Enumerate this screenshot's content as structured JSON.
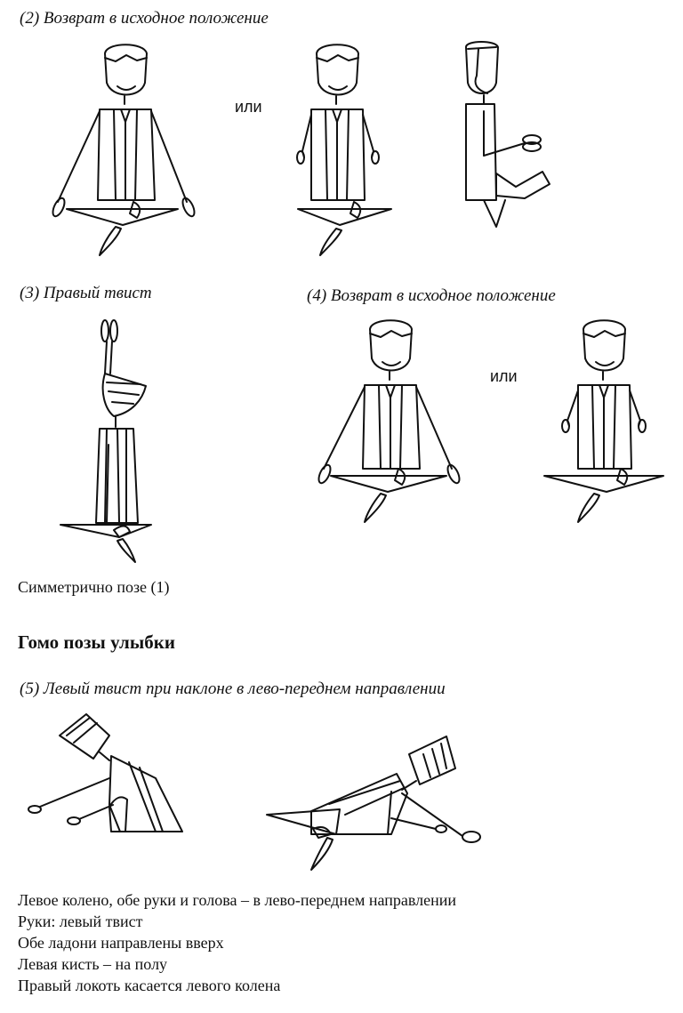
{
  "captions": {
    "c2": "(2) Возврат в исходное положение",
    "c3": "(3) Правый твист",
    "c4": "(4) Возврат в исходное положение",
    "c5": "(5) Левый твист при наклоне в лево-переднем направлении"
  },
  "or_word": "или",
  "symmetry_note": "Симметрично позе (1)",
  "section_heading": "Гомо позы улыбки",
  "description": [
    "Левое колено, обе руки и голова – в лево-переднем направлении",
    "Руки: левый твист",
    "Обе ладони направлены вверх",
    "Левая кисть – на полу",
    "Правый локоть касается левого колена"
  ]
}
